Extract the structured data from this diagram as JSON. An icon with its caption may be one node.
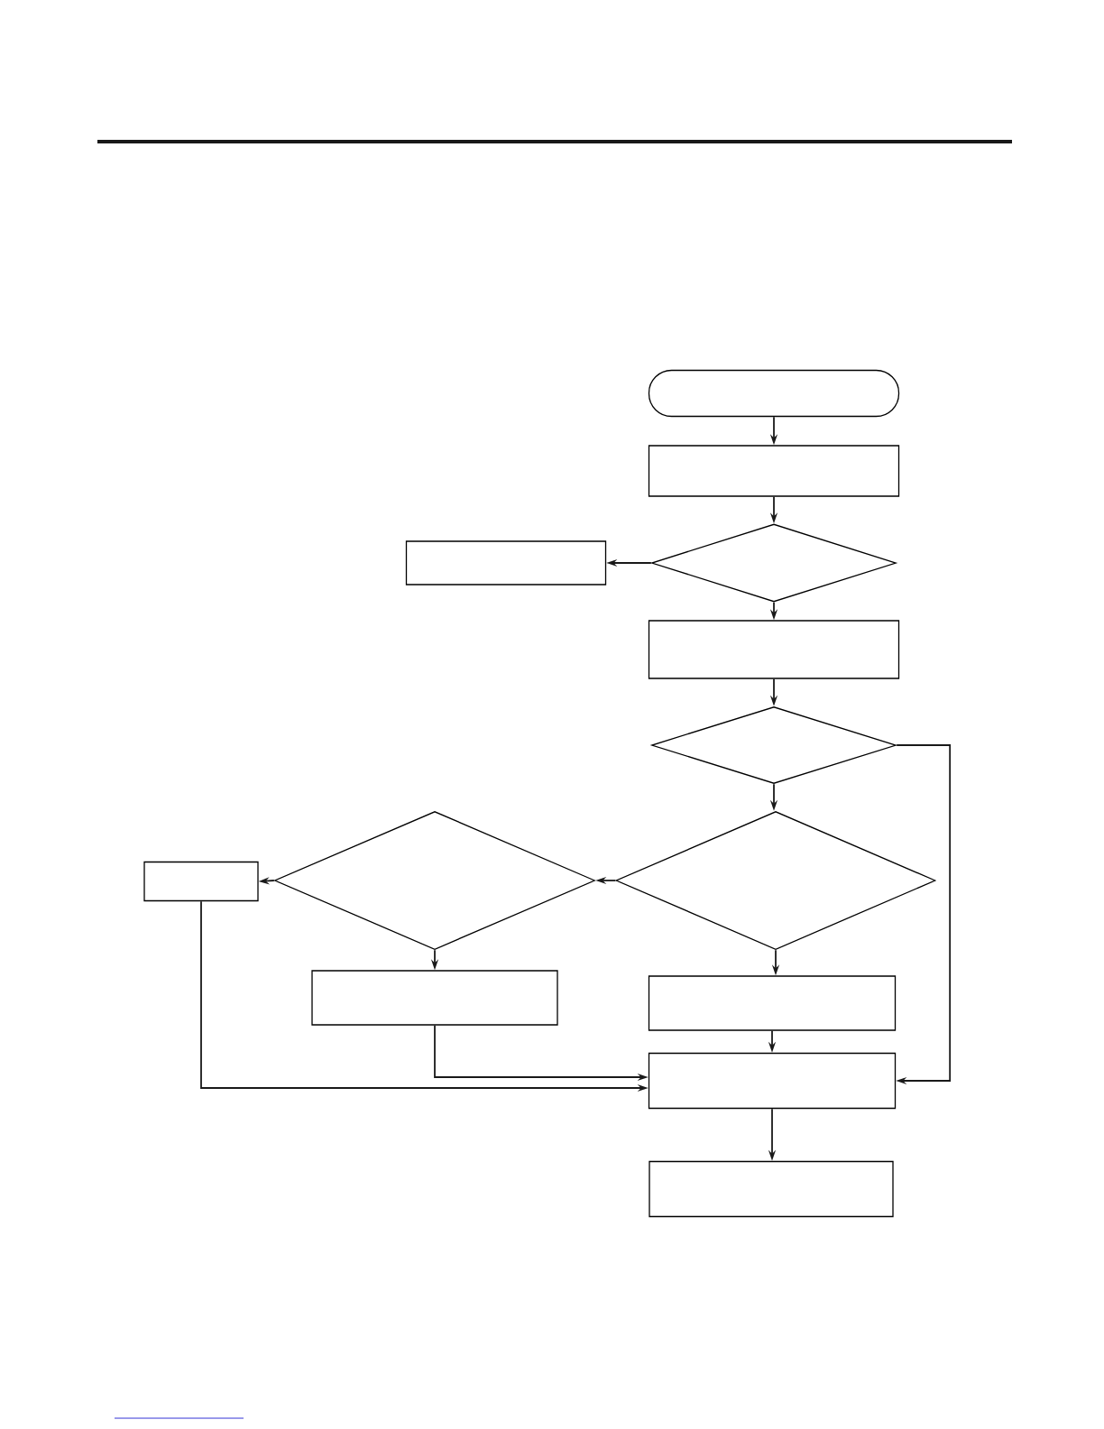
{
  "diagram": {
    "nodes": [
      {
        "text": [],
        "shape": "capsule"
      },
      {
        "text": [],
        "shape": "box"
      },
      {
        "text": [],
        "shape": "diamond"
      },
      {
        "text": [],
        "shape": "box"
      },
      {
        "text": [],
        "shape": "box"
      },
      {
        "text": [],
        "shape": "diamond"
      },
      {
        "text": [],
        "shape": "diamond"
      },
      {
        "text": [],
        "shape": "diamond"
      },
      {
        "text": [],
        "shape": "box"
      },
      {
        "text": [],
        "shape": "box"
      },
      {
        "text": [],
        "shape": "box"
      },
      {
        "text": [],
        "shape": "box"
      },
      {
        "text": [],
        "shape": "box"
      }
    ],
    "edges": [
      {
        "from": 0,
        "to": 1,
        "arrow": "to"
      },
      {
        "from": 1,
        "to": 2,
        "arrow": "to"
      },
      {
        "from": 2,
        "to": 3,
        "arrow": "to"
      },
      {
        "from": 2,
        "to": 4,
        "arrow": "to"
      },
      {
        "from": 4,
        "to": 5,
        "arrow": "to"
      },
      {
        "from": 5,
        "to": 6,
        "arrow": "to"
      },
      {
        "from": 5,
        "to": 11,
        "arrow": "to"
      },
      {
        "from": 6,
        "to": 7,
        "arrow": "to"
      },
      {
        "from": 6,
        "to": 10,
        "arrow": "to"
      },
      {
        "from": 7,
        "to": 8,
        "arrow": "to"
      },
      {
        "from": 7,
        "to": 9,
        "arrow": "to"
      },
      {
        "from": 9,
        "to": 11,
        "arrow": "to"
      },
      {
        "from": 8,
        "to": 11,
        "arrow": "to"
      },
      {
        "from": 10,
        "to": 11,
        "arrow": "to"
      },
      {
        "from": 11,
        "to": 12,
        "arrow": "to"
      }
    ]
  }
}
